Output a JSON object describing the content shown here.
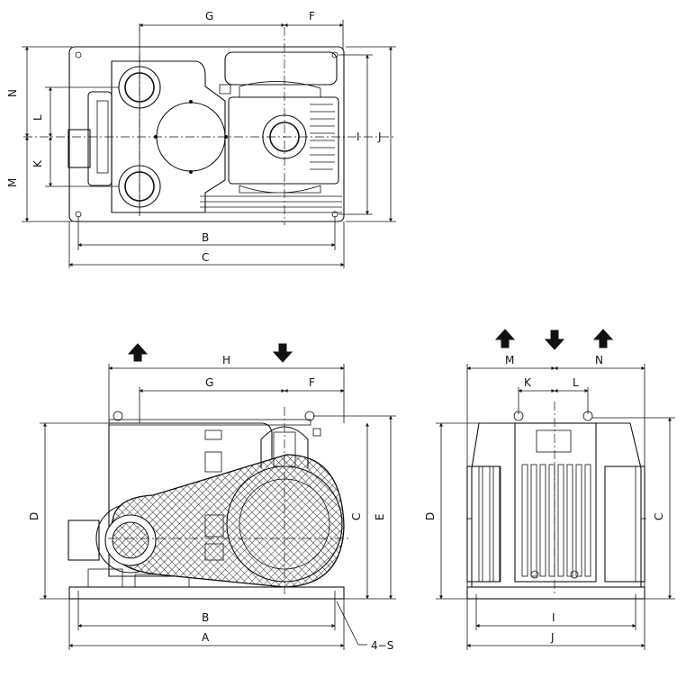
{
  "labels": {
    "A": "A",
    "B": "B",
    "C": "C",
    "D": "D",
    "E": "E",
    "F": "F",
    "G": "G",
    "H": "H",
    "I": "I",
    "J": "J",
    "K": "K",
    "L": "L",
    "M": "M",
    "N": "N",
    "S4": "4−S"
  },
  "arrows": {
    "front_left": "up-arrow",
    "front_right": "down-arrow",
    "side_left": "up-arrow",
    "side_middle": "down-arrow",
    "side_right": "up-arrow"
  },
  "colors": {
    "line": "#111111",
    "background": "#ffffff",
    "mesh": "#111111"
  }
}
